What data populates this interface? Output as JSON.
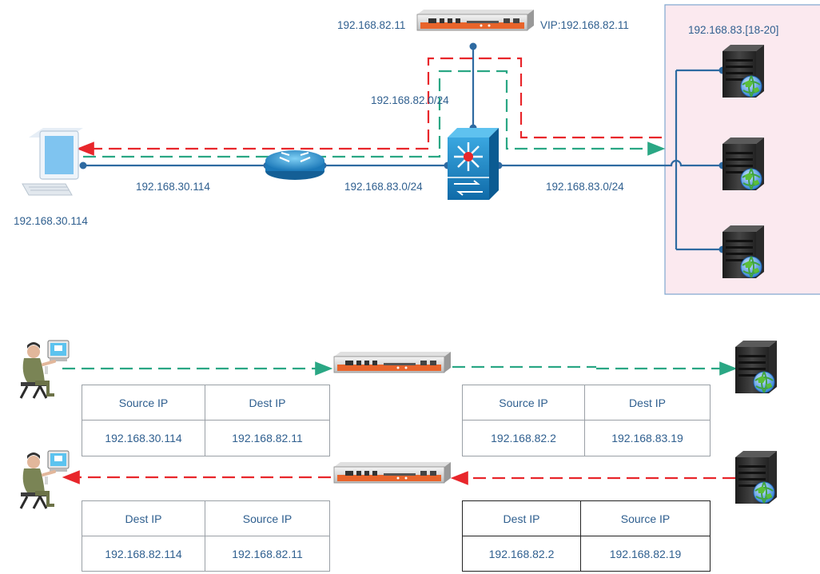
{
  "top": {
    "lb_ip": "192.168.82.11",
    "lb_vip": "VIP:192.168.82.11",
    "server_group": "192.168.83.[18-20]",
    "mgmt_subnet": "192.168.82.0/24",
    "link_client_router": "192.168.30.114",
    "link_router_switch": "192.168.83.0/24",
    "link_switch_servers": "192.168.83.0/24",
    "client_ip": "192.168.30.114"
  },
  "request_tables": {
    "client_side": {
      "headers": [
        "Source IP",
        "Dest IP"
      ],
      "values": [
        "192.168.30.114",
        "192.168.82.11"
      ]
    },
    "server_side": {
      "headers": [
        "Source IP",
        "Dest IP"
      ],
      "values": [
        "192.168.82.2",
        "192.168.83.19"
      ]
    }
  },
  "response_tables": {
    "client_side": {
      "headers": [
        "Dest IP",
        "Source IP"
      ],
      "values": [
        "192.168.82.114",
        "192.168.82.11"
      ]
    },
    "server_side": {
      "headers": [
        "Dest IP",
        "Source IP"
      ],
      "values": [
        "192.168.82.2",
        "192.168.82.19"
      ]
    }
  },
  "colors": {
    "request_path": "#2aa784",
    "response_path": "#e8262b",
    "link": "#2e6aa1",
    "server_zone_bg": "#fbe9ef",
    "server_zone_border": "#7ea6cf"
  }
}
